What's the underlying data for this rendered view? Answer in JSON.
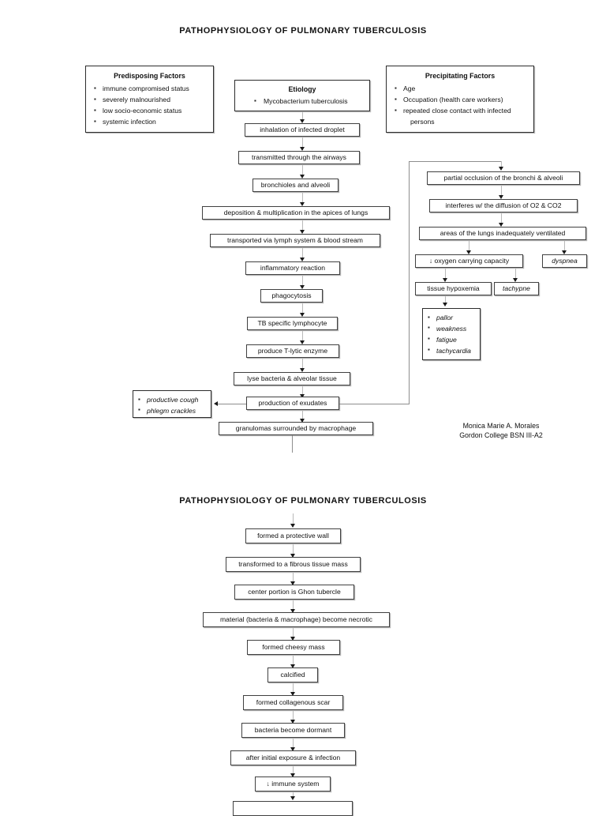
{
  "document": {
    "title_top": "PATHOPHYSIOLOGY OF PULMONARY TUBERCULOSIS",
    "title_bottom": "PATHOPHYSIOLOGY OF PULMONARY TUBERCULOSIS"
  },
  "predisposing": {
    "heading": "Predisposing Factors",
    "items": [
      "immune compromised status",
      "severely malnourished",
      "low socio-economic status",
      "systemic infection"
    ]
  },
  "precipitating": {
    "heading": "Precipitating Factors",
    "items": [
      "Age",
      "Occupation (health care workers)",
      "repeated close contact with infected",
      "persons"
    ]
  },
  "etiology": {
    "heading": "Etiology",
    "items": [
      "Mycobacterium tuberculosis"
    ]
  },
  "main_flow": [
    {
      "label": "inhalation of infected droplet"
    },
    {
      "label": "transmitted through the airways"
    },
    {
      "label": "bronchioles and alveoli"
    },
    {
      "label": "deposition & multiplication in the apices of lungs"
    },
    {
      "label": "transported via lymph system & blood stream"
    },
    {
      "label": "inflammatory reaction"
    },
    {
      "label": "phagocytosis"
    },
    {
      "label": "TB specific lymphocyte"
    },
    {
      "label": "produce T-lytic enzyme"
    },
    {
      "label": "lyse bacteria & alveolar tissue"
    },
    {
      "label": "production of exudates"
    },
    {
      "label": "granulomas surrounded by macrophage"
    }
  ],
  "cough_panel": {
    "items": [
      "productive cough",
      "phlegm crackles"
    ]
  },
  "right_branch": [
    {
      "label": "partial occlusion of the bronchi & alveoli"
    },
    {
      "label": "interferes w/ the diffusion of O2 & CO2"
    },
    {
      "label": "areas of the lungs inadequately ventilated"
    },
    {
      "label": "↓ oxygen carrying capacity"
    },
    {
      "label": "tissue hypoxemia"
    }
  ],
  "right_side_nodes": {
    "dyspnea": "dyspnea",
    "tachypne": "tachypne"
  },
  "hypoxemia_signs": {
    "items": [
      "pallor",
      "weakness",
      "fatigue",
      "tachycardia"
    ]
  },
  "author": {
    "name": "Monica Marie A. Morales",
    "affiliation": "Gordon College BSN III-A2"
  },
  "second_flow": [
    {
      "label": "formed a protective wall"
    },
    {
      "label": "transformed to a fibrous tissue mass"
    },
    {
      "label": "center portion is Ghon tubercle"
    },
    {
      "label": "material (bacteria & macrophage) become necrotic"
    },
    {
      "label": "formed cheesy mass"
    },
    {
      "label": "calcified"
    },
    {
      "label": "formed collagenous scar"
    },
    {
      "label": "bacteria become dormant"
    },
    {
      "label": "after initial exposure & infection"
    },
    {
      "label": "↓ immune system"
    },
    {
      "label": ""
    }
  ],
  "colors": {
    "border": "#404040",
    "connector": "#b9b9b9",
    "arrow": "#1a1a1a",
    "text": "#111111",
    "background": "#ffffff"
  }
}
